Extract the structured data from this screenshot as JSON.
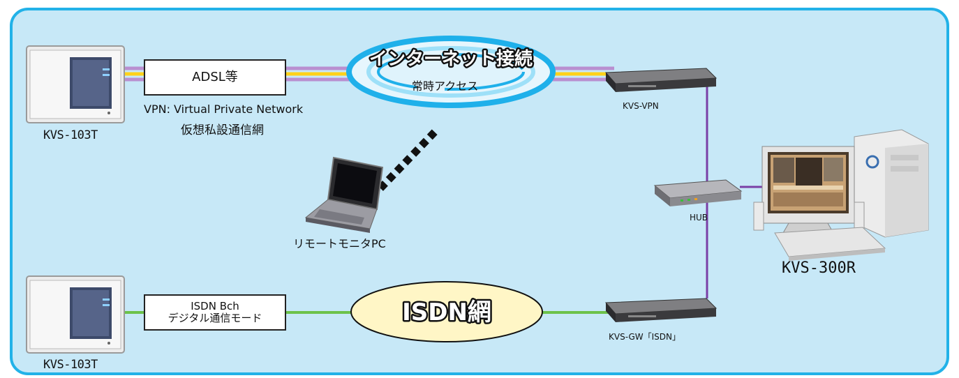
{
  "labels": {
    "adsl": "ADSL等",
    "vpn_en": "VPN: Virtual Private Network",
    "vpn_jp": "仮想私設通信網",
    "internet_title": "インターネット接続",
    "internet_sub": "常時アクセス",
    "remote_monitor": "リモートモニタPC",
    "kvs_vpn": "KVS-VPN",
    "hub": "HUB",
    "kvs_300r": "KVS-300R",
    "kvs_103t_top": "KVS-103T",
    "kvs_103t_bottom": "KVS-103T",
    "isdn_bch": "ISDN  Bch",
    "isdn_mode": "デジタル通信モード",
    "isdn_net": "ISDN網",
    "kvs_gw": "KVS-GW「ISDN」"
  },
  "colors": {
    "frame_border": "#22b2e8",
    "frame_fill": "#c7e8f7",
    "vpn_line_purple": "#b98fd0",
    "vpn_line_yellow": "#ffd21a",
    "isdn_line_green": "#6cc24a",
    "lan_line_violet": "#7a3fa6",
    "isdn_cloud_fill": "#fff6c6",
    "internet_ring": "#1fb0ea"
  },
  "icons": {
    "terminal": "terminal-unit-icon",
    "router": "router-icon",
    "hub": "hub-icon",
    "laptop": "laptop-icon",
    "workstation": "desktop-workstation-icon"
  }
}
